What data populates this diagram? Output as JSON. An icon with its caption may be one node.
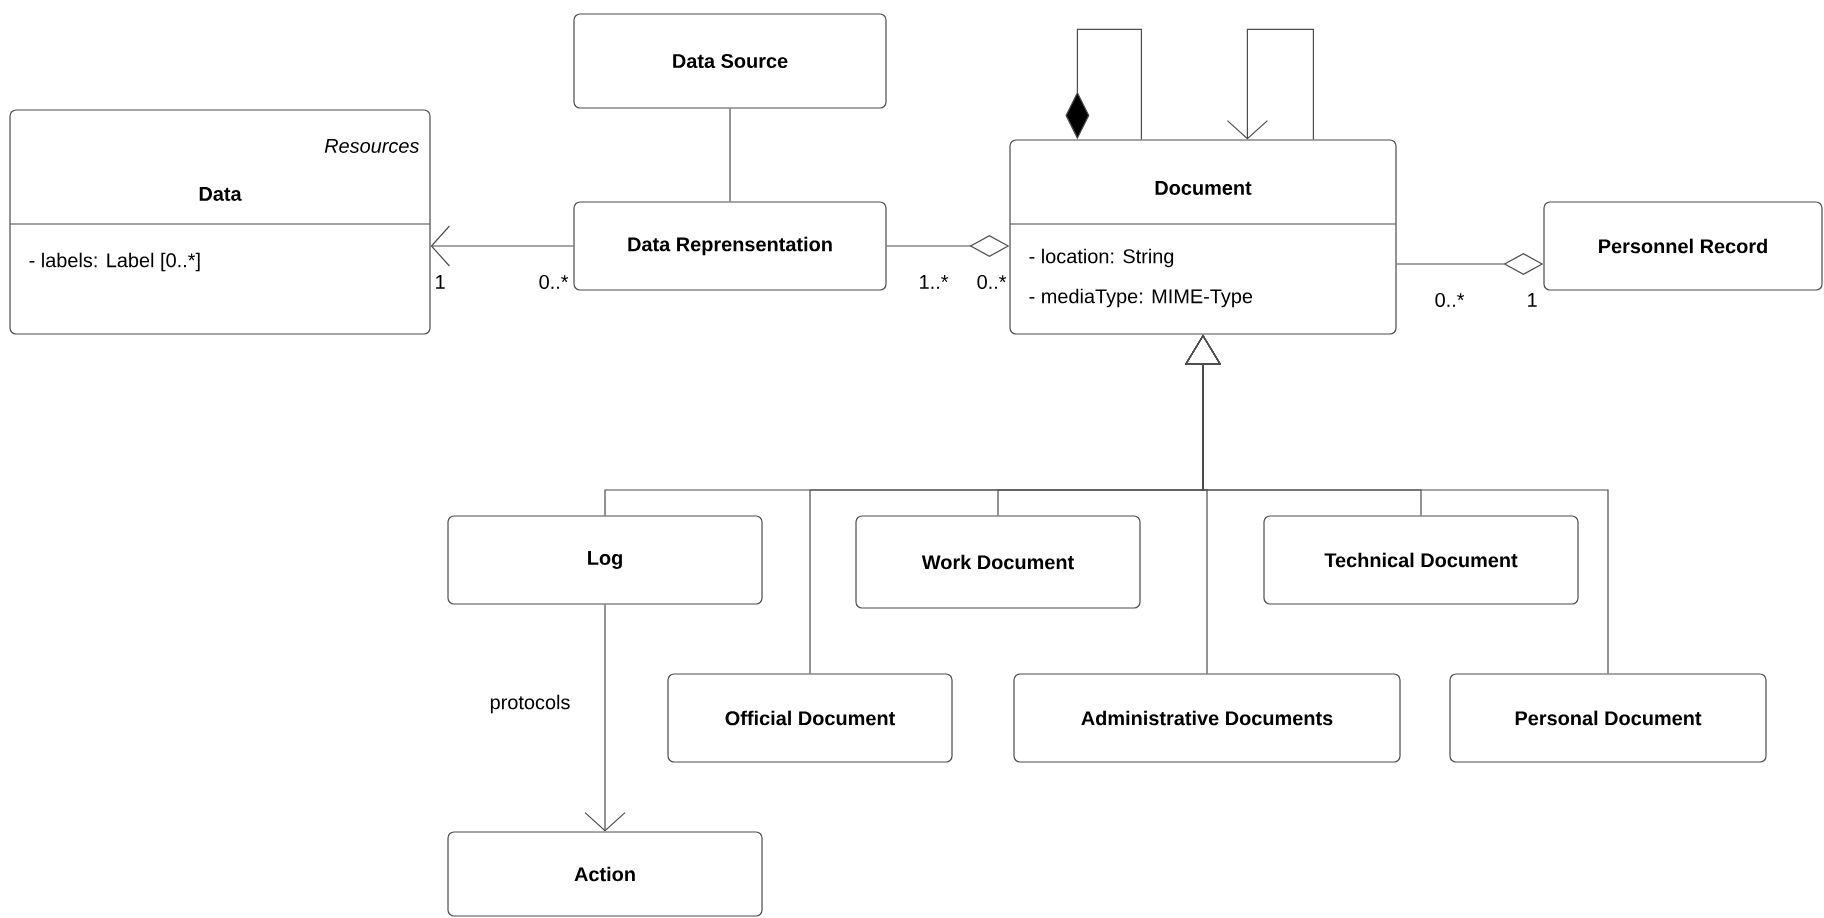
{
  "diagram": {
    "nodes": [
      {
        "text": [
          "Resources",
          "Data",
          "- labels: Label [0..*]"
        ]
      },
      {
        "text": [
          "Data Source"
        ]
      },
      {
        "text": [
          "Data Reprensentation"
        ]
      },
      {
        "text": [
          "Document",
          "- location: String",
          "- mediaType: MIME-Type"
        ]
      },
      {
        "text": [
          "Personnel Record"
        ]
      },
      {
        "text": [
          "Log"
        ]
      },
      {
        "text": [
          "Work Document"
        ]
      },
      {
        "text": [
          "Technical Document"
        ]
      },
      {
        "text": [
          "Official Document"
        ]
      },
      {
        "text": [
          "Administrative Documents"
        ]
      },
      {
        "text": [
          "Personal Document"
        ]
      },
      {
        "text": [
          "Action"
        ]
      }
    ],
    "edges": [
      {
        "from": 1,
        "to": 2,
        "arrow": "none"
      },
      {
        "from": 2,
        "to": 0,
        "arrow": "to"
      },
      {
        "from": 2,
        "to": 3,
        "arrow": "other"
      },
      {
        "from": 3,
        "to": 3,
        "arrow": "other"
      },
      {
        "from": 3,
        "to": 3,
        "arrow": "to"
      },
      {
        "from": 3,
        "to": 4,
        "arrow": "other"
      },
      {
        "from": 5,
        "to": 3,
        "arrow": "to"
      },
      {
        "from": 6,
        "to": 3,
        "arrow": "to"
      },
      {
        "from": 7,
        "to": 3,
        "arrow": "to"
      },
      {
        "from": 8,
        "to": 3,
        "arrow": "to"
      },
      {
        "from": 9,
        "to": 3,
        "arrow": "to"
      },
      {
        "from": 10,
        "to": 3,
        "arrow": "to"
      },
      {
        "from": 5,
        "to": 11,
        "arrow": "to",
        "label": "protocols"
      }
    ],
    "labels": [
      "1",
      "0..*",
      "1..*",
      "0..*",
      "0..*",
      "1"
    ]
  }
}
